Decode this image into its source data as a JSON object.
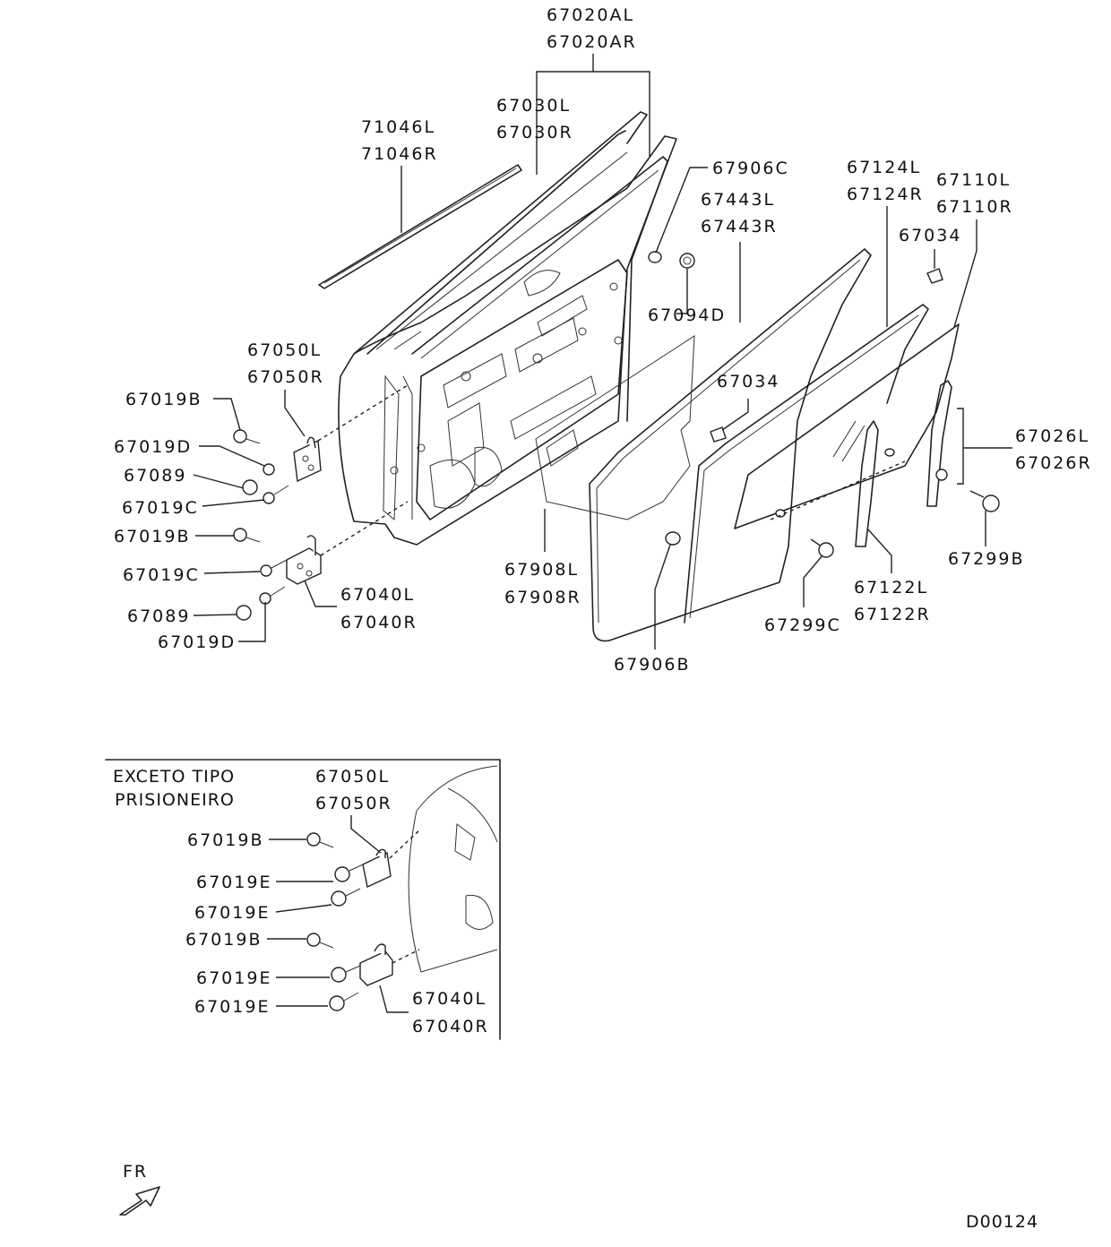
{
  "callouts": {
    "p67020AL": "67020AL",
    "p67020AR": "67020AR",
    "p67030L": "67030L",
    "p67030R": "67030R",
    "p71046L": "71046L",
    "p71046R": "71046R",
    "p67906C": "67906C",
    "p67443L": "67443L",
    "p67443R": "67443R",
    "p67124L": "67124L",
    "p67124R": "67124R",
    "p67110L": "67110L",
    "p67110R": "67110R",
    "p67034a": "67034",
    "p67034b": "67034",
    "p67094D": "67094D",
    "p67050L": "67050L",
    "p67050R": "67050R",
    "p67019B_a": "67019B",
    "p67019D_a": "67019D",
    "p67089_a": "67089",
    "p67019C_a": "67019C",
    "p67019B_b": "67019B",
    "p67019C_b": "67019C",
    "p67089_b": "67089",
    "p67019D_b": "67019D",
    "p67040L": "67040L",
    "p67040R": "67040R",
    "p67908L": "67908L",
    "p67908R": "67908R",
    "p67906B": "67906B",
    "p67026L": "67026L",
    "p67026R": "67026R",
    "p67299B": "67299B",
    "p67299C": "67299C",
    "p67122L": "67122L",
    "p67122R": "67122R"
  },
  "inset": {
    "title_line1": "EXCETO TIPO",
    "title_line2": "PRISIONEIRO",
    "p67050L": "67050L",
    "p67050R": "67050R",
    "p67019B_a": "67019B",
    "p67019E_a": "67019E",
    "p67019E_b": "67019E",
    "p67019B_b": "67019B",
    "p67019E_c": "67019E",
    "p67019E_d": "67019E",
    "p67040L": "67040L",
    "p67040R": "67040R"
  },
  "orientation": {
    "label": "FR",
    "icon": "front-direction-arrow-icon"
  },
  "diagram_code": "D00124"
}
